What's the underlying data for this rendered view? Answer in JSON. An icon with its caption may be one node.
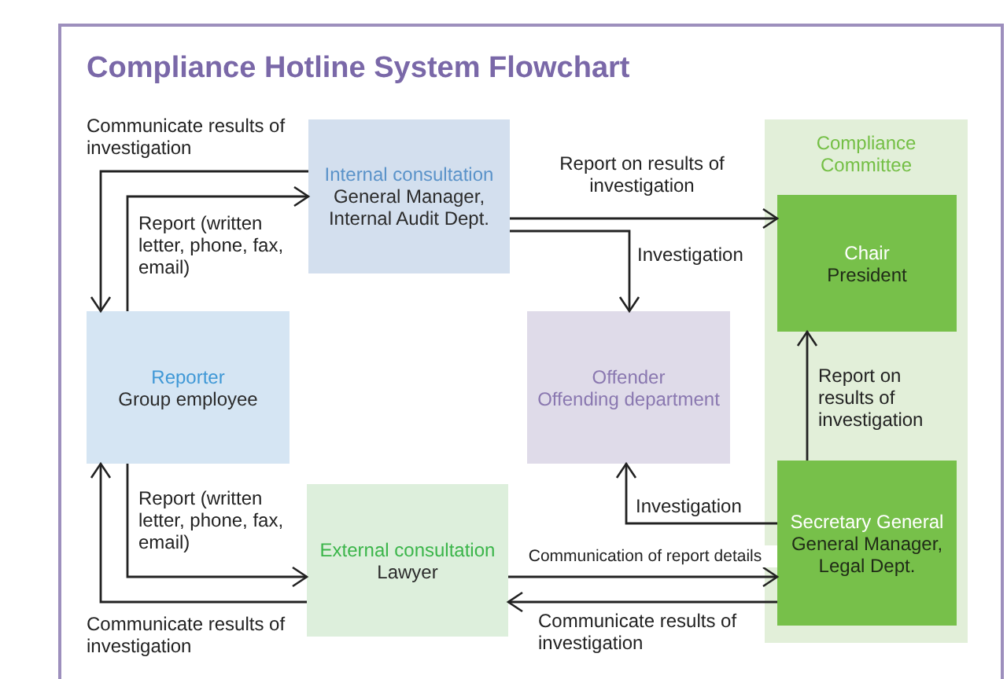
{
  "diagram": {
    "title": "Compliance Hotline System Flowchart",
    "nodes": [
      {
        "text": [
          "Internal consultation",
          "General Manager, Internal Audit Dept."
        ]
      },
      {
        "text": [
          "Reporter",
          "Group employee"
        ]
      },
      {
        "text": [
          "Offender",
          "Offending department"
        ]
      },
      {
        "text": [
          "Compliance Committee"
        ]
      },
      {
        "text": [
          "Chair",
          "President"
        ],
        "in": 3
      },
      {
        "text": [
          "External consultation",
          "Lawyer"
        ]
      },
      {
        "text": [
          "Secretary General",
          "General Manager, Legal Dept."
        ],
        "in": 3
      }
    ],
    "edges": [
      {
        "from": 0,
        "to": 1,
        "arrow": "to",
        "label": "Communicate results of investigation"
      },
      {
        "from": 1,
        "to": 0,
        "arrow": "to",
        "label": "Report (written letter, phone, fax, email)"
      },
      {
        "from": 0,
        "to": 4,
        "arrow": "to",
        "label": "Report on results of investigation"
      },
      {
        "from": 0,
        "to": 2,
        "arrow": "to",
        "label": "Investigation"
      },
      {
        "from": 6,
        "to": 4,
        "arrow": "to",
        "label": "Report on results of investigation"
      },
      {
        "from": 6,
        "to": 2,
        "arrow": "to",
        "label": "Investigation"
      },
      {
        "from": 1,
        "to": 5,
        "arrow": "to",
        "label": "Report (written letter, phone, fax, email)"
      },
      {
        "from": 5,
        "to": 1,
        "arrow": "to",
        "label": "Communicate results of investigation"
      },
      {
        "from": 5,
        "to": 6,
        "arrow": "to",
        "label": "Communication of report details"
      },
      {
        "from": 6,
        "to": 5,
        "arrow": "to",
        "label": "Communicate results of investigation"
      }
    ]
  }
}
